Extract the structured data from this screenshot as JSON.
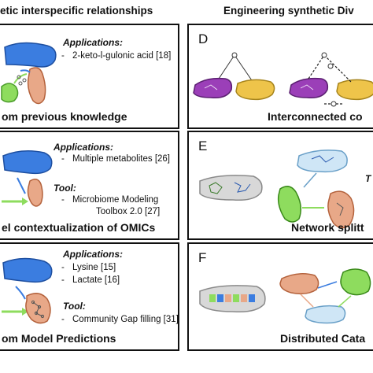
{
  "header": {
    "left_title": "etic interspecific relationships",
    "right_title": "Engineering synthetic Div"
  },
  "panels": {
    "a": {
      "applications_label": "Applications:",
      "applications": [
        "2-keto-l-gulonic acid [18]"
      ],
      "caption": "om previous knowledge"
    },
    "b": {
      "applications_label": "Applications:",
      "applications": [
        "Multiple metabolites [26]"
      ],
      "tool_label": "Tool:",
      "tool_line1": "Microbiome Modeling",
      "tool_line2": "Toolbox 2.0 [27]",
      "caption": "el contextualization of OMICs"
    },
    "c": {
      "applications_label": "Applications:",
      "applications": [
        "Lysine [15]",
        "Lactate [16]"
      ],
      "tool_label": "Tool:",
      "tools": [
        "Community Gap filling [31]"
      ],
      "caption": "om Model Predictions"
    },
    "d": {
      "letter": "D",
      "caption": "Interconnected co"
    },
    "e": {
      "letter": "E",
      "side_t": "T",
      "caption": "Network splitt"
    },
    "f": {
      "letter": "F",
      "caption": "Distributed Cata"
    }
  },
  "colors": {
    "blue_cell": "#3b7de0",
    "green_cell": "#8edc5e",
    "salmon_cell": "#e8a888",
    "purple_cell": "#9b3fb8",
    "yellow_cell": "#eec44a",
    "grey_cell": "#d8d8d8",
    "light_blue_cell": "#cfe6f6"
  }
}
